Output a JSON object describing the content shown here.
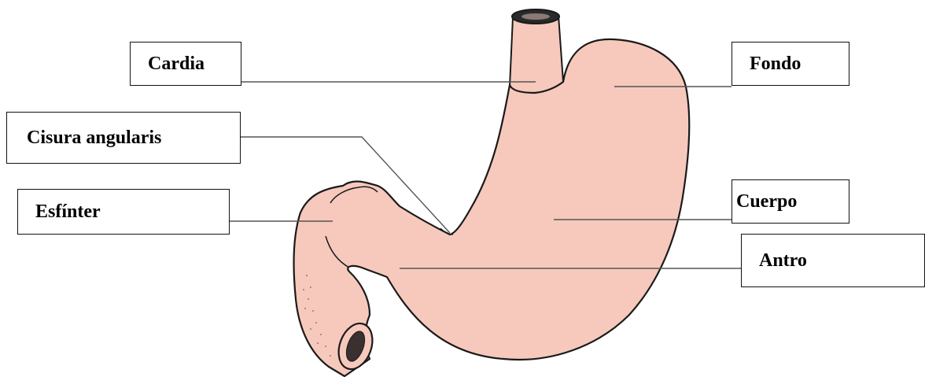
{
  "diagram": {
    "labels": {
      "cardia": "Cardia",
      "fondo": "Fondo",
      "cisura_angularis": "Cisura angularis",
      "esfinter": "Esfínter",
      "cuerpo": "Cuerpo",
      "antro": "Antro"
    },
    "colors": {
      "stomach_fill": "#f6c9bc",
      "outline": "#1a1a1a",
      "leader_line": "#555555",
      "label_border": "#111111"
    }
  }
}
